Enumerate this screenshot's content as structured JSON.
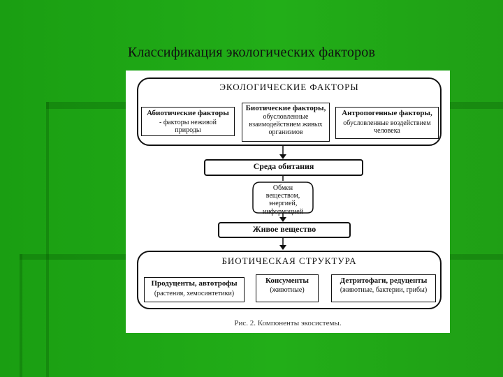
{
  "slide": {
    "title": "Классификация экологических факторов"
  },
  "diagram": {
    "factors_header": "ЭКОЛОГИЧЕСКИЕ ФАКТОРЫ",
    "abiotic": {
      "title": "Абиотические факторы",
      "desc": "- факторы неживой природы"
    },
    "biotic": {
      "title": "Биотические факторы,",
      "desc": "обусловленные взаимодействием живых организмов"
    },
    "anthropogenic": {
      "title": "Антропогенные факторы,",
      "desc": "обусловленные воздействием человека"
    },
    "habitat": "Среда обитания",
    "exchange": "Обмен веществом, энергией, информацией",
    "living_matter": "Живое вещество",
    "structure_header": "БИОТИЧЕСКАЯ СТРУКТУРА",
    "producers": {
      "title": "Продуценты, автотрофы",
      "desc": "(растения, хемосинтетики)"
    },
    "consumers": {
      "title": "Консументы",
      "desc": "(животные)"
    },
    "decomposers": {
      "title": "Детритофаги, редуценты",
      "desc": "(животные, бактерии, грибы)"
    },
    "caption": "Рис. 2. Компоненты экосистемы."
  }
}
